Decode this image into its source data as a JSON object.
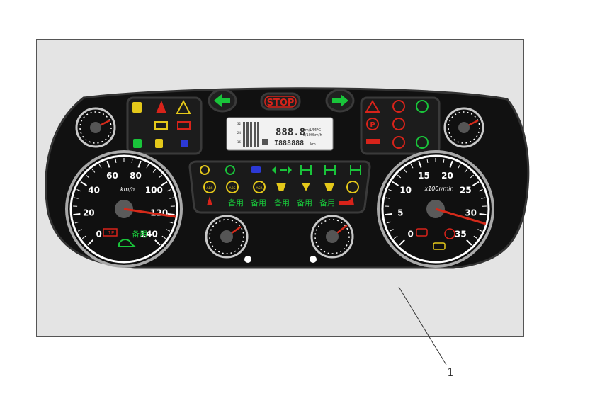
{
  "figure": {
    "reference_label": "1"
  },
  "controls": {
    "stop_label": "STOP"
  },
  "speedometer": {
    "unit": "km/h",
    "tick_labels": [
      "0",
      "20",
      "40",
      "60",
      "80",
      "100",
      "120",
      "140"
    ],
    "indicator_text": "备用",
    "indicator_badge": "L1E"
  },
  "tachometer": {
    "unit": "x100r/min",
    "tick_labels": [
      "0",
      "5",
      "10",
      "15",
      "20",
      "25",
      "30",
      "35"
    ]
  },
  "lcd": {
    "value_main": "888.8",
    "unit_main": "km/L/MPG",
    "unit_sub": "L/100km/h",
    "odometer": "I888888",
    "odometer_unit": "km",
    "bar_labels": [
      "32",
      "24",
      "16"
    ]
  },
  "center_panel": {
    "spare_labels": [
      "备用",
      "备用",
      "备用",
      "备用",
      "备用"
    ],
    "abs_label": "ABS",
    "asr_label": "ASR"
  },
  "colors": {
    "dash": "#111111",
    "bezel": "#2b2b2b",
    "needle": "#d42a1a",
    "green": "#19c43a",
    "red": "#d8231a",
    "yellow": "#e4c81a",
    "blue": "#2c39d6"
  }
}
